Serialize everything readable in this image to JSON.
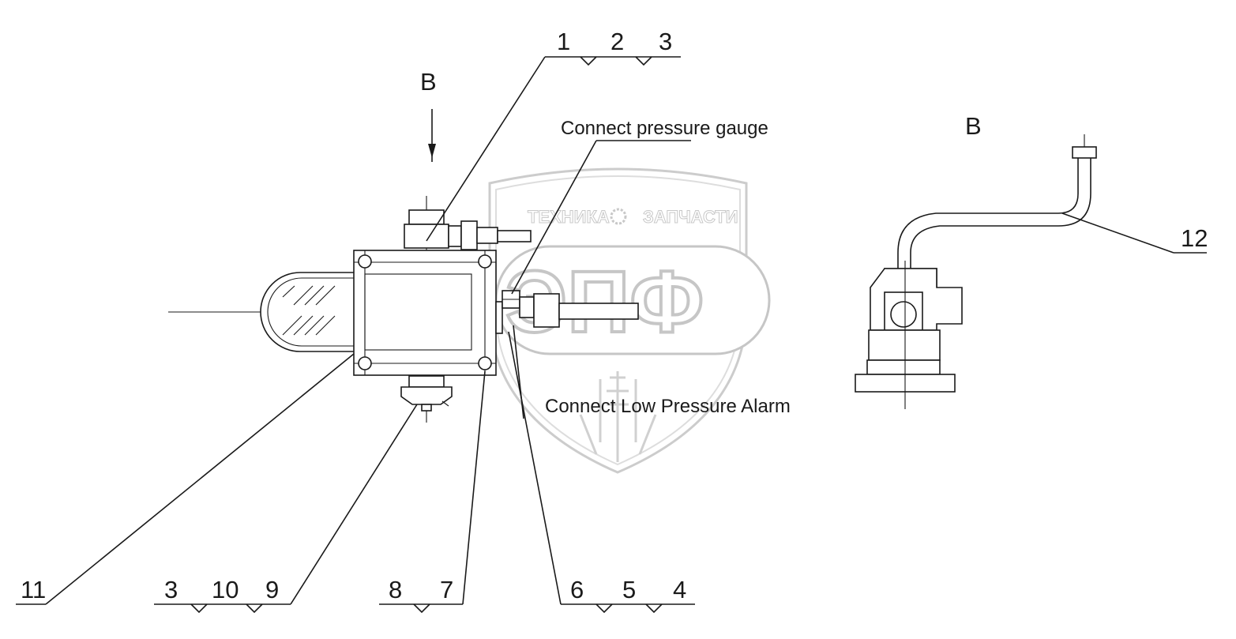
{
  "notes": {
    "pressure_gauge": "Connect pressure gauge",
    "low_pressure_alarm": "Connect Low Pressure Alarm"
  },
  "view": {
    "arrow_label": "B",
    "detail_label": "B"
  },
  "callouts": {
    "top_group": [
      "1",
      "2",
      "3"
    ],
    "bottom_group_a": [
      "3",
      "10",
      "9"
    ],
    "bottom_group_b": [
      "8",
      "7"
    ],
    "bottom_group_c": [
      "6",
      "5",
      "4"
    ],
    "single_left": "11",
    "single_right": "12"
  },
  "watermark": {
    "line1_left": "ТЕХНИКА",
    "line1_right": "ЗАПЧАСТИ",
    "logo": "ЭПФ"
  },
  "colors": {
    "line": "#1a1a1a",
    "watermark": "#c8c8c8"
  }
}
